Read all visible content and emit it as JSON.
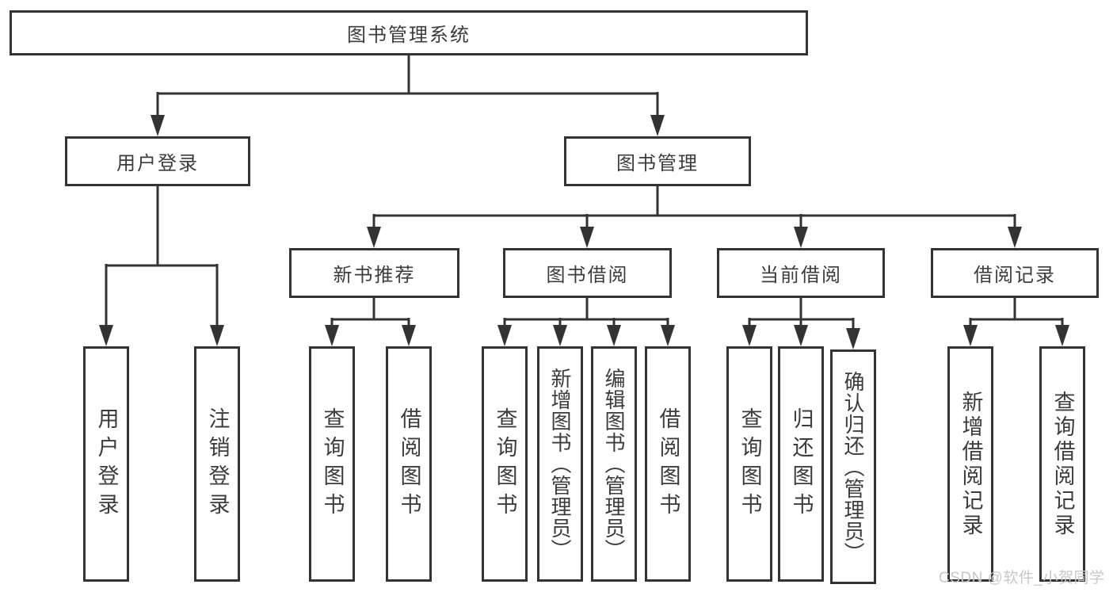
{
  "diagram": {
    "title": "图书管理系统",
    "root": {
      "label": "图书管理系统"
    },
    "branches": [
      {
        "label": "用户登录",
        "children": [
          {
            "label": "用户登录"
          },
          {
            "label": "注销登录"
          }
        ]
      },
      {
        "label": "图书管理",
        "children": [
          {
            "label": "新书推荐",
            "children": [
              {
                "label": "查询图书"
              },
              {
                "label": "借阅图书"
              }
            ]
          },
          {
            "label": "图书借阅",
            "children": [
              {
                "label": "查询图书"
              },
              {
                "label": "新增图书（管理员）"
              },
              {
                "label": "编辑图书（管理员）"
              },
              {
                "label": "借阅图书"
              }
            ]
          },
          {
            "label": "当前借阅",
            "children": [
              {
                "label": "查询图书"
              },
              {
                "label": "归还图书"
              },
              {
                "label": "确认归还（管理员）"
              }
            ]
          },
          {
            "label": "借阅记录",
            "children": [
              {
                "label": "新增借阅记录"
              },
              {
                "label": "查询借阅记录"
              }
            ]
          }
        ]
      }
    ]
  },
  "watermark": {
    "text": "CSDN @软件_小贺同学"
  },
  "colors": {
    "line": "#333333",
    "text": "#3c3c3c",
    "background": "#ffffff",
    "watermark": "#c8c8c8"
  }
}
